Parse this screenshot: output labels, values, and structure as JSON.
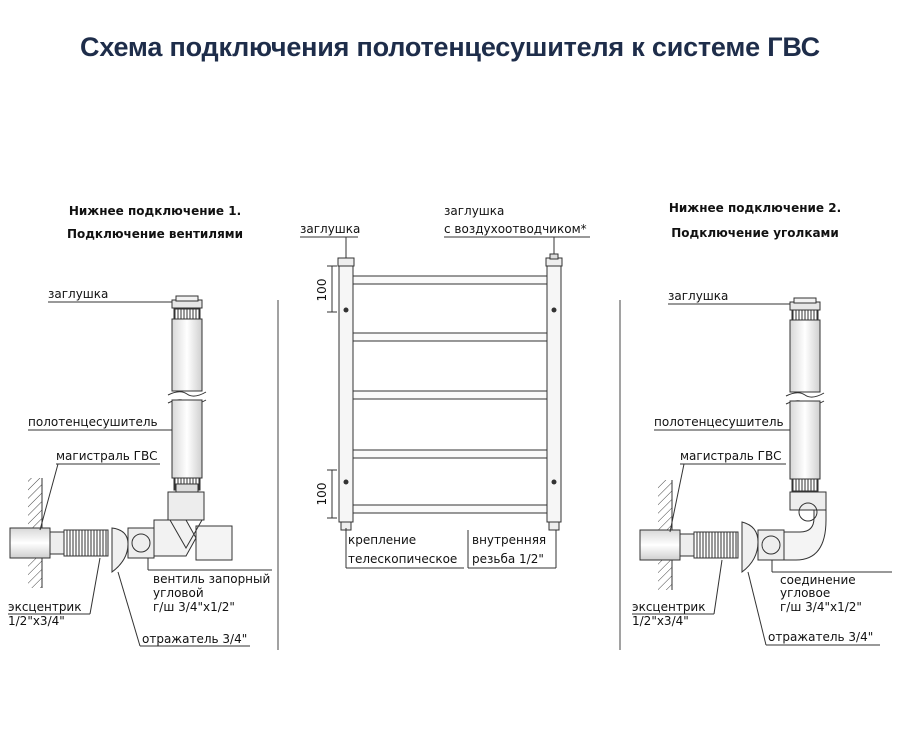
{
  "title": "Схема подключения полотенцесушителя к системе ГВС",
  "left": {
    "heading1": "Нижнее подключение 1.",
    "heading2": "Подключение вентилями",
    "cap": "заглушка",
    "dryer": "полотенцесушитель",
    "main": "магистраль ГВС",
    "valve1": "вентиль запорный",
    "valve2": "угловой",
    "valve3": "г/ш 3/4\"x1/2\"",
    "ecc1": "эксцентрик",
    "ecc2": "1/2\"x3/4\"",
    "reflector": "отражатель 3/4\""
  },
  "center": {
    "cap": "заглушка",
    "cap_air1": "заглушка",
    "cap_air2": "с воздухоотводчиком*",
    "dim_top": "100",
    "dim_bottom": "100",
    "mount1": "крепление",
    "mount2": "телескопическое",
    "thread1": "внутренняя",
    "thread2": "резьба 1/2\""
  },
  "right": {
    "heading1": "Нижнее подключение 2.",
    "heading2": "Подключение уголками",
    "cap": "заглушка",
    "dryer": "полотенцесушитель",
    "main": "магистраль ГВС",
    "elbow1": "соединение",
    "elbow2": "угловое",
    "elbow3": "г/ш 3/4\"x1/2\"",
    "ecc1": "эксцентрик",
    "ecc2": "1/2\"x3/4\"",
    "reflector": "отражатель 3/4\""
  }
}
